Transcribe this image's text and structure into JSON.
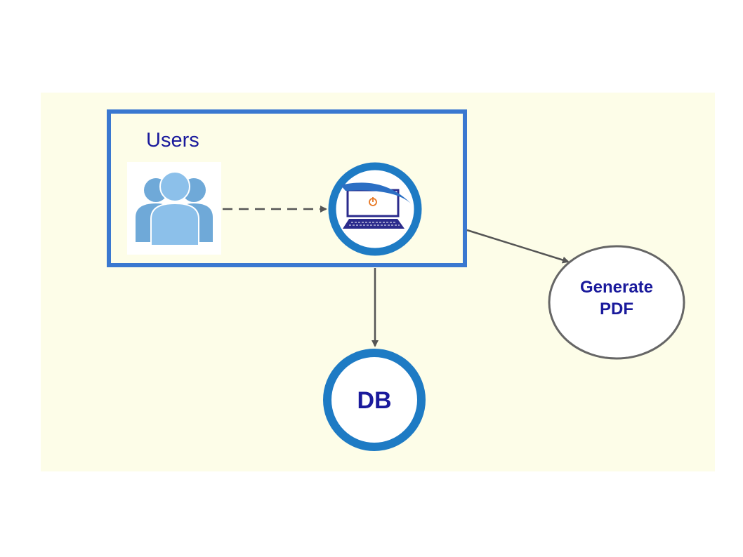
{
  "users": {
    "title": "Users"
  },
  "generate_pdf": {
    "label_line1": "Generate",
    "label_line2": "PDF"
  },
  "db": {
    "label": "DB"
  },
  "icons": {
    "users": "users-group-icon",
    "app": "computer-power-icon"
  },
  "colors": {
    "panel_background": "#fdfde8",
    "frame_border": "#3a78d0",
    "ring": "#1e7bc4",
    "text": "#1a1a9c",
    "arrow": "#555555",
    "power": "#e87722"
  }
}
